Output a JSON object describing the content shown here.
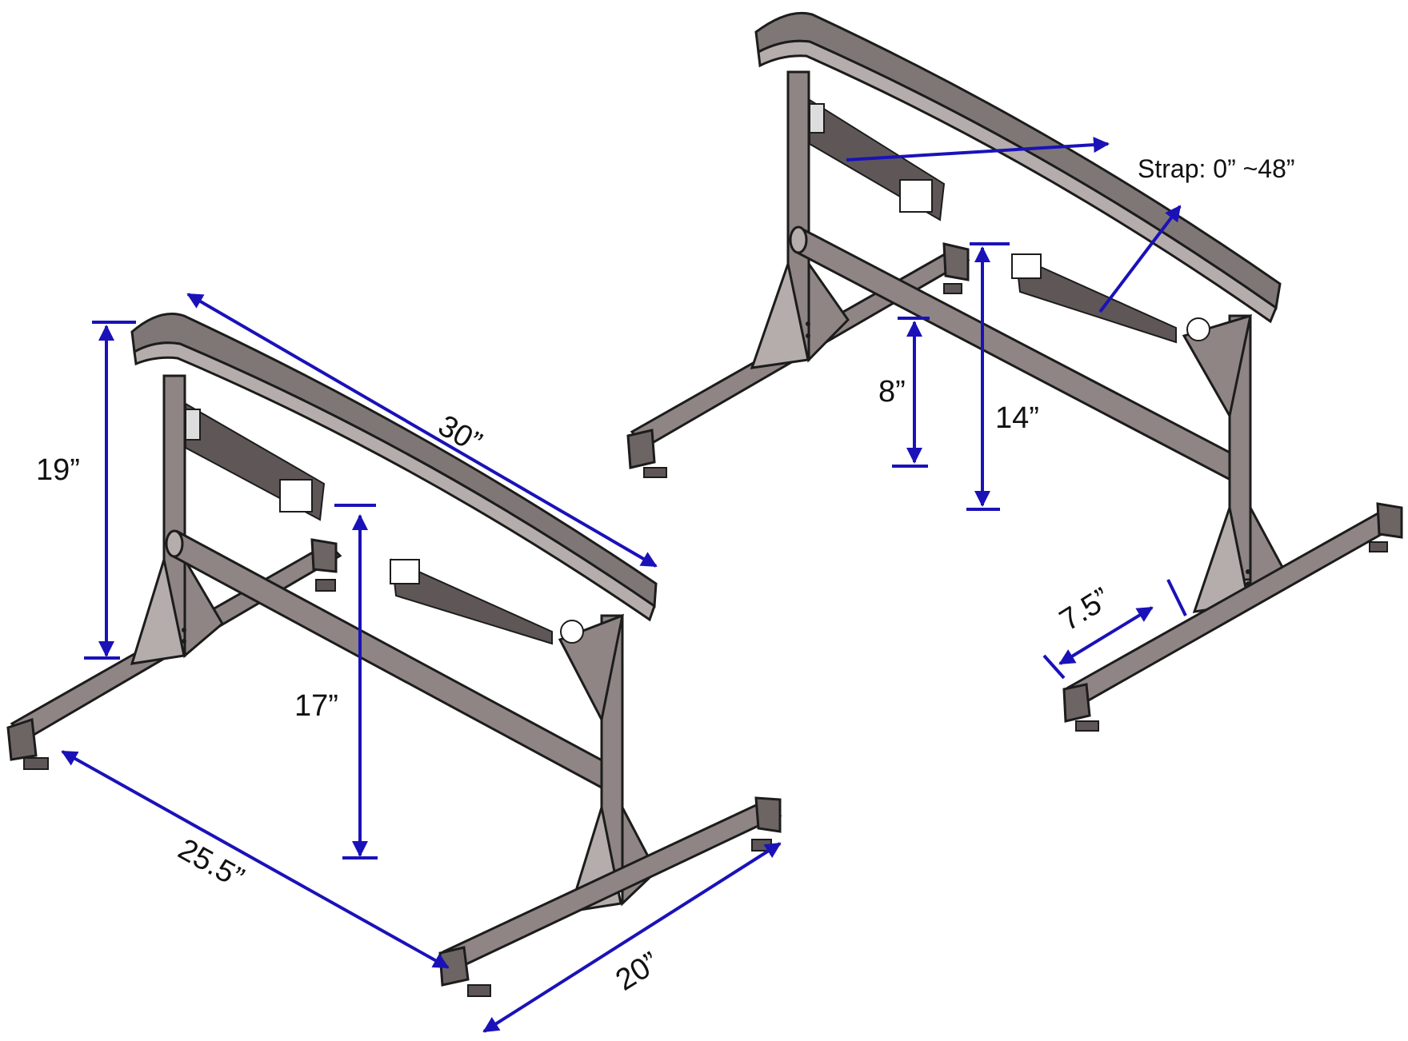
{
  "colors": {
    "frame_fill": "#8e8584",
    "frame_dark": "#5f5757",
    "frame_light": "#b5adac",
    "outline": "#1c1c1c",
    "dimension": "#1a12b8",
    "background": "#ffffff"
  },
  "left_stand": {
    "dimensions": {
      "length": "30”",
      "total_height": "19”",
      "crossbar_height": "17”",
      "base_depth": "25.5”",
      "foot_length": "20”"
    }
  },
  "right_stand": {
    "dimensions": {
      "strap": "Strap: 0” ~48”",
      "low_height": "8”",
      "high_height": "14”",
      "foot_offset": "7.5”"
    }
  }
}
